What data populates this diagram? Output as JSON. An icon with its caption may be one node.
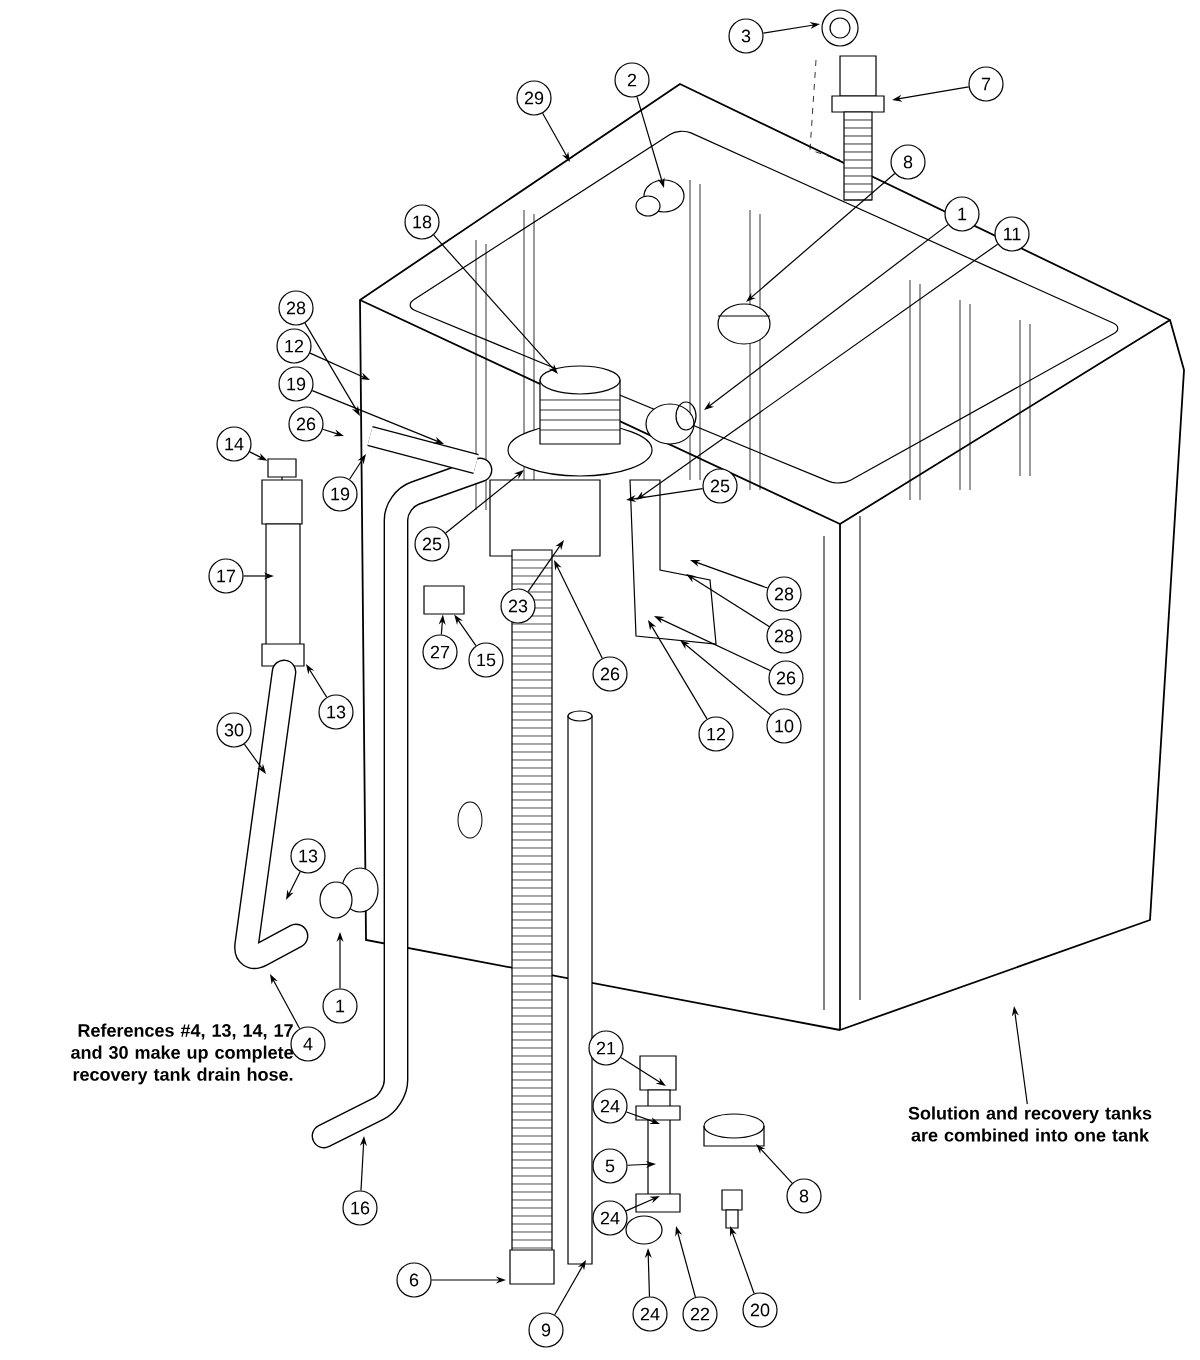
{
  "diagram": {
    "nodes": [
      {
        "text": [
          "3"
        ]
      },
      {
        "text": [
          "2"
        ]
      },
      {
        "text": [
          "7"
        ]
      },
      {
        "text": [
          "29"
        ]
      },
      {
        "text": [
          "8"
        ]
      },
      {
        "text": [
          "1"
        ]
      },
      {
        "text": [
          "18"
        ]
      },
      {
        "text": [
          "11"
        ]
      },
      {
        "text": [
          "28"
        ]
      },
      {
        "text": [
          "12"
        ]
      },
      {
        "text": [
          "19"
        ]
      },
      {
        "text": [
          "26"
        ]
      },
      {
        "text": [
          "14"
        ]
      },
      {
        "text": [
          "25"
        ]
      },
      {
        "text": [
          "19"
        ]
      },
      {
        "text": [
          "25"
        ]
      },
      {
        "text": [
          "17"
        ]
      },
      {
        "text": [
          "28"
        ]
      },
      {
        "text": [
          "23"
        ]
      },
      {
        "text": [
          "28"
        ]
      },
      {
        "text": [
          "27"
        ]
      },
      {
        "text": [
          "15"
        ]
      },
      {
        "text": [
          "26"
        ]
      },
      {
        "text": [
          "26"
        ]
      },
      {
        "text": [
          "13"
        ]
      },
      {
        "text": [
          "30"
        ]
      },
      {
        "text": [
          "12"
        ]
      },
      {
        "text": [
          "10"
        ]
      },
      {
        "text": [
          "13"
        ]
      },
      {
        "text": [
          "1"
        ]
      },
      {
        "text": [
          "4"
        ]
      },
      {
        "text": [
          "21"
        ]
      },
      {
        "text": [
          "Solution and recovery tanks are combined into one tank"
        ]
      },
      {
        "text": [
          "24"
        ]
      },
      {
        "text": [
          "5"
        ]
      },
      {
        "text": [
          "8"
        ]
      },
      {
        "text": [
          "16"
        ]
      },
      {
        "text": [
          "24"
        ]
      },
      {
        "text": [
          "6"
        ]
      },
      {
        "text": [
          "20"
        ]
      },
      {
        "text": [
          "24"
        ]
      },
      {
        "text": [
          "22"
        ]
      },
      {
        "text": [
          "9"
        ]
      },
      {
        "text": [],
        "shape": "box"
      },
      {
        "text": [],
        "shape": "box"
      }
    ],
    "edges": [
      {
        "from": 0,
        "to": null,
        "arrow": "to"
      },
      {
        "from": 1,
        "to": null,
        "arrow": "to"
      },
      {
        "from": 2,
        "to": null,
        "arrow": "to"
      },
      {
        "from": 3,
        "to": null,
        "arrow": "to"
      },
      {
        "from": 4,
        "to": null,
        "arrow": "to"
      },
      {
        "from": 5,
        "to": null,
        "arrow": "to"
      },
      {
        "from": 6,
        "to": null,
        "arrow": "to"
      },
      {
        "from": 7,
        "to": null,
        "arrow": "to"
      },
      {
        "from": 8,
        "to": null,
        "arrow": "to"
      },
      {
        "from": 9,
        "to": null,
        "arrow": "to"
      },
      {
        "from": 10,
        "to": null,
        "arrow": "to"
      },
      {
        "from": 11,
        "to": null,
        "arrow": "to"
      },
      {
        "from": 12,
        "to": 44,
        "arrow": "to"
      },
      {
        "from": 13,
        "to": null,
        "arrow": "to"
      },
      {
        "from": 14,
        "to": null,
        "arrow": "to"
      },
      {
        "from": 15,
        "to": null,
        "arrow": "to"
      },
      {
        "from": 16,
        "to": null,
        "arrow": "to"
      },
      {
        "from": 17,
        "to": null,
        "arrow": "to"
      },
      {
        "from": 18,
        "to": null,
        "arrow": "to"
      },
      {
        "from": 19,
        "to": null,
        "arrow": "to"
      },
      {
        "from": 20,
        "to": 43,
        "arrow": "to"
      },
      {
        "from": 21,
        "to": 43,
        "arrow": "to"
      },
      {
        "from": 22,
        "to": null,
        "arrow": "to"
      },
      {
        "from": 23,
        "to": null,
        "arrow": "to"
      },
      {
        "from": 24,
        "to": null,
        "arrow": "to"
      },
      {
        "from": 25,
        "to": null,
        "arrow": "to"
      },
      {
        "from": 26,
        "to": null,
        "arrow": "to"
      },
      {
        "from": 27,
        "to": null,
        "arrow": "to"
      },
      {
        "from": 28,
        "to": null,
        "arrow": "to"
      },
      {
        "from": 29,
        "to": null,
        "arrow": "to"
      },
      {
        "from": 30,
        "to": null,
        "arrow": "to"
      },
      {
        "from": 31,
        "to": null,
        "arrow": "to"
      },
      {
        "from": 32,
        "to": null,
        "arrow": "to"
      },
      {
        "from": 33,
        "to": null,
        "arrow": "to"
      },
      {
        "from": 34,
        "to": null,
        "arrow": "to"
      },
      {
        "from": 35,
        "to": null,
        "arrow": "to"
      },
      {
        "from": 36,
        "to": null,
        "arrow": "to"
      },
      {
        "from": 37,
        "to": null,
        "arrow": "to"
      },
      {
        "from": 38,
        "to": null,
        "arrow": "to"
      },
      {
        "from": 39,
        "to": null,
        "arrow": "to"
      },
      {
        "from": 40,
        "to": null,
        "arrow": "to"
      },
      {
        "from": 41,
        "to": null,
        "arrow": "to"
      },
      {
        "from": 42,
        "to": null,
        "arrow": "to"
      }
    ],
    "labels": [
      "References #4, 13, 14, 17 and 30 make up complete recovery tank drain hose."
    ]
  }
}
